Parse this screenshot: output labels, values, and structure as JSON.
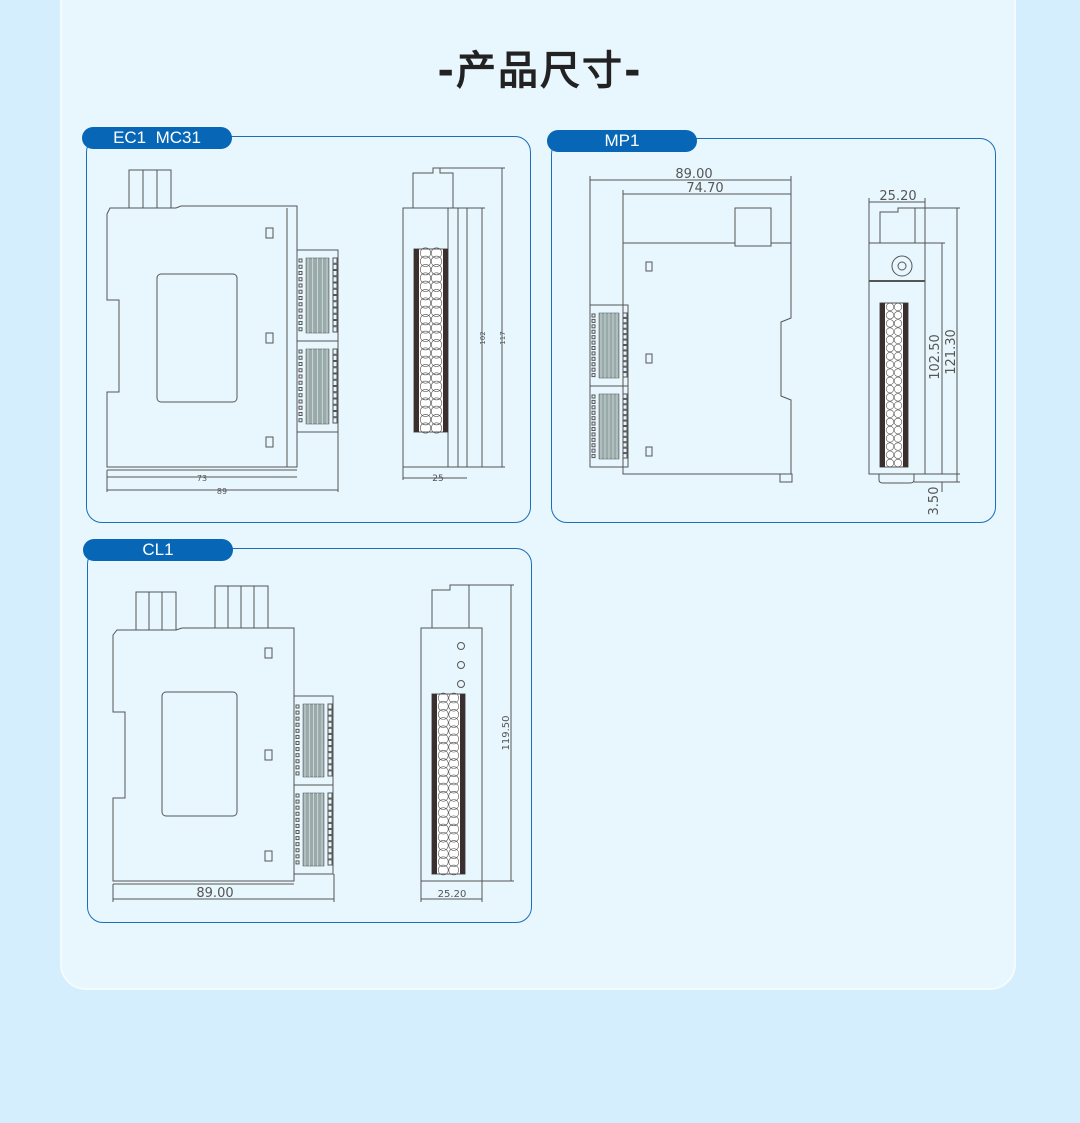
{
  "title": "-产品尺寸-",
  "panels": {
    "ec1": {
      "label": "EC1  MC31",
      "dims": {
        "inner_width": "73",
        "total_width": "89",
        "depth": "25",
        "body_height": "102",
        "total_height": "117"
      }
    },
    "mp1": {
      "label": "MP1",
      "dims": {
        "total_width": "89.00",
        "body_width": "74.70",
        "depth": "25.20",
        "body_height": "102.50",
        "total_height": "121.30",
        "foot": "3.50"
      }
    },
    "cl1": {
      "label": "CL1",
      "dims": {
        "total_width": "89.00",
        "depth": "25.20",
        "total_height": "119.50"
      }
    }
  },
  "colors": {
    "accent": "#0767b6",
    "line": "#555555",
    "background": "#d5eefd"
  }
}
